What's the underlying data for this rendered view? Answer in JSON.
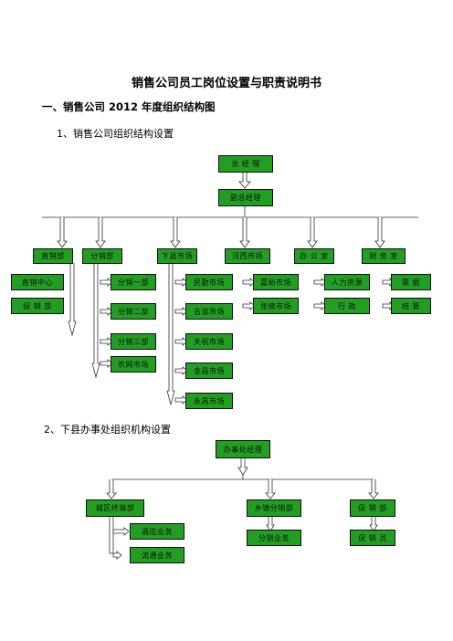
{
  "doc": {
    "title": "销售公司员工岗位设置与职责说明书",
    "section1": "一、销售公司 2012 年度组织结构图",
    "sub1": "1、销售公司组织结构设置",
    "sub2": "2、下县办事处组织机构设置"
  },
  "chart1": {
    "top": "总 经 理",
    "second": "副总经理",
    "branches": {
      "direct": {
        "label": "直销部",
        "items": [
          "直销中心",
          "促 销 部"
        ]
      },
      "distribution": {
        "label": "分销部",
        "items": [
          "分销一部",
          "分销二部",
          "分销三部",
          "农网市场"
        ]
      },
      "county": {
        "label": "下县市场",
        "items": [
          "民勤市场",
          "古浪市场",
          "天祝市场",
          "金昌市场",
          "永昌市场"
        ]
      },
      "mobile": {
        "label": "河西市场",
        "items": [
          "嘉峪市场",
          "张掖市场"
        ]
      },
      "office": {
        "label": "办 公 室",
        "items": [
          "人力资源",
          "行    政"
        ]
      },
      "finance": {
        "label": "财 务 室",
        "items": [
          "票    据",
          "结    算"
        ]
      }
    }
  },
  "chart2": {
    "top": "办事处经理",
    "branches": {
      "urban": {
        "label": "城区终端部",
        "items": [
          "酒店业务",
          "流通业务"
        ]
      },
      "township": {
        "label": "乡镇分销部",
        "items": [
          "分销业务"
        ]
      },
      "promo": {
        "label": "促 销 部",
        "items": [
          "促 销 员"
        ]
      }
    }
  }
}
